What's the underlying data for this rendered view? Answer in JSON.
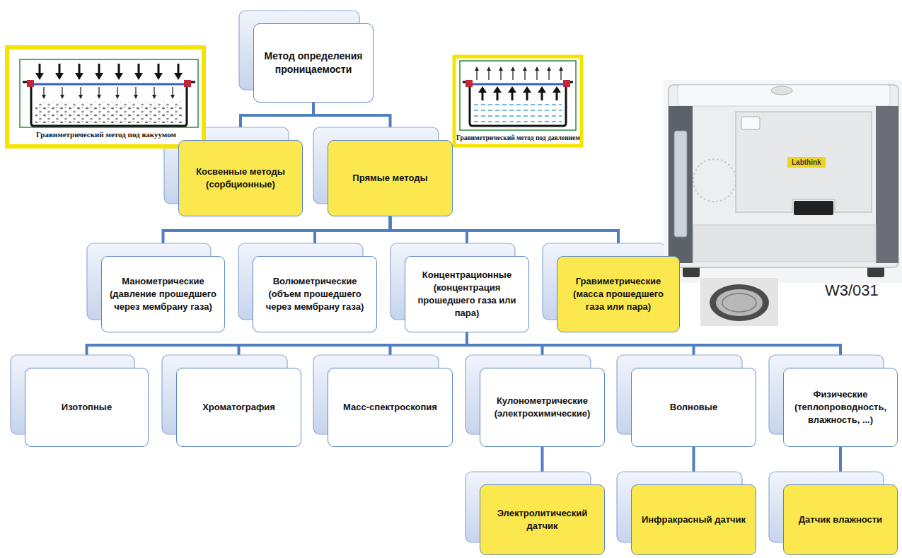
{
  "diagram": {
    "nodes": [
      {
        "text": [
          "Метод определения проницаемости"
        ]
      },
      {
        "text": [
          "Косвенные методы (сорбционные)"
        ]
      },
      {
        "text": [
          "Прямые методы"
        ]
      },
      {
        "text": [
          "Манометрические (давление прошедшего через мембрану газа)"
        ]
      },
      {
        "text": [
          "Волюметрические (объем прошедшего через мембрану газа)"
        ]
      },
      {
        "text": [
          "Концентрационные (концентрация прошедшего газа или пара)"
        ]
      },
      {
        "text": [
          "Гравиметрические (масса прошедшего газа или пара)"
        ]
      },
      {
        "text": [
          "Изотопные"
        ]
      },
      {
        "text": [
          "Хроматография"
        ]
      },
      {
        "text": [
          "Масс-спектроскопия"
        ]
      },
      {
        "text": [
          "Кулонометрические (электрохимические)"
        ]
      },
      {
        "text": [
          "Волновые"
        ]
      },
      {
        "text": [
          "Физические (теплопроводность, влажность, ...)"
        ]
      },
      {
        "text": [
          "Электролитический датчик"
        ]
      },
      {
        "text": [
          "Инфракрасный датчик"
        ]
      },
      {
        "text": [
          "Датчик влажности"
        ]
      }
    ],
    "edges": [
      {
        "from": 0,
        "to": 1,
        "arrow": "none"
      },
      {
        "from": 0,
        "to": 2,
        "arrow": "none"
      },
      {
        "from": 2,
        "to": 3,
        "arrow": "none"
      },
      {
        "from": 2,
        "to": 4,
        "arrow": "none"
      },
      {
        "from": 2,
        "to": 5,
        "arrow": "none"
      },
      {
        "from": 2,
        "to": 6,
        "arrow": "none"
      },
      {
        "from": 5,
        "to": 7,
        "arrow": "none"
      },
      {
        "from": 5,
        "to": 8,
        "arrow": "none"
      },
      {
        "from": 5,
        "to": 9,
        "arrow": "none"
      },
      {
        "from": 5,
        "to": 10,
        "arrow": "none"
      },
      {
        "from": 5,
        "to": 11,
        "arrow": "none"
      },
      {
        "from": 5,
        "to": 12,
        "arrow": "none"
      },
      {
        "from": 10,
        "to": 13,
        "arrow": "none"
      },
      {
        "from": 11,
        "to": 14,
        "arrow": "none"
      },
      {
        "from": 12,
        "to": 15,
        "arrow": "none"
      }
    ],
    "labels": [
      "Гравиметрический метод под вакуумом",
      "Гравиметрический метод под давлением",
      "Labthink",
      "W3/031"
    ]
  }
}
